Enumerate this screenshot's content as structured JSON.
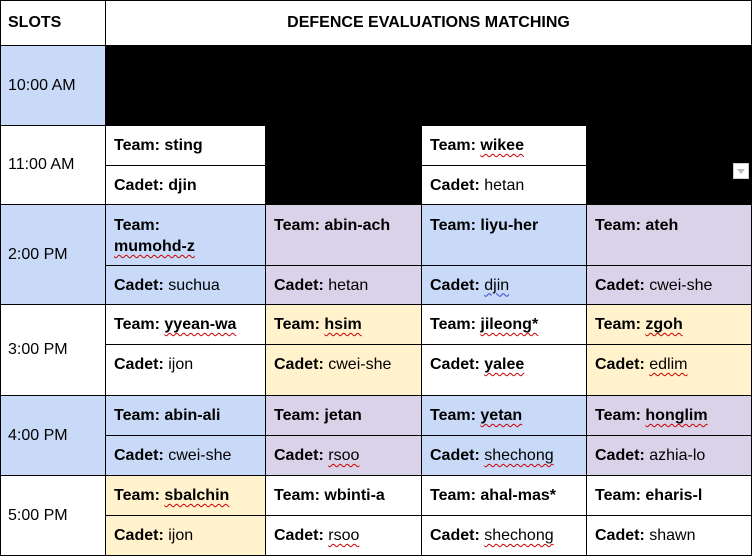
{
  "header": {
    "slots": "SLOTS",
    "title": "DEFENCE EVALUATIONS MATCHING"
  },
  "labels": {
    "team": "Team:",
    "cadet": "Cadet:"
  },
  "slots": {
    "s1000": "10:00 AM",
    "s1100": "11:00 AM",
    "s1400": "2:00 PM",
    "s1500": "3:00 PM",
    "s1600": "4:00 PM",
    "s1700": "5:00 PM"
  },
  "r1100": {
    "c1": {
      "team": "sting",
      "cadet": "djin"
    },
    "c3": {
      "team": " wikee",
      "cadet": "hetan"
    }
  },
  "r1400": {
    "c1": {
      "team": "mumohd-z",
      "cadet": "suchua"
    },
    "c2": {
      "team": "abin-ach",
      "cadet": "hetan"
    },
    "c3": {
      "team": "liyu-her",
      "cadet": "djin"
    },
    "c4": {
      "team": "ateh",
      "cadet": "cwei-she"
    }
  },
  "r1500": {
    "c1": {
      "team": "yyean-wa",
      "cadet": "ijon"
    },
    "c2": {
      "team": "hsim",
      "cadet": "cwei-she"
    },
    "c3": {
      "team": "jileong*",
      "cadet": "yalee"
    },
    "c4": {
      "team": "zgoh",
      "cadet": "edlim"
    }
  },
  "r1600": {
    "c1": {
      "team": "abin-ali",
      "cadet": "cwei-she"
    },
    "c2": {
      "team": "jetan",
      "cadet": "rsoo"
    },
    "c3": {
      "team": "yetan",
      "cadet": "shechong"
    },
    "c4": {
      "team": "honglim",
      "cadet": "azhia-lo"
    }
  },
  "r1700": {
    "c1": {
      "team": "sbalchin",
      "cadet": "ijon"
    },
    "c2": {
      "team": "wbinti-a",
      "cadet": "rsoo"
    },
    "c3": {
      "team": "ahal-mas*",
      "cadet": "shechong"
    },
    "c4": {
      "team": "eharis-l",
      "cadet": "shawn"
    }
  },
  "colors": {
    "blue": "#c9daf8",
    "purple": "#d9d2e9",
    "yellow": "#fff2cc",
    "black": "#000000"
  },
  "icons": {
    "dropdown": "dropdown-arrow-icon"
  }
}
